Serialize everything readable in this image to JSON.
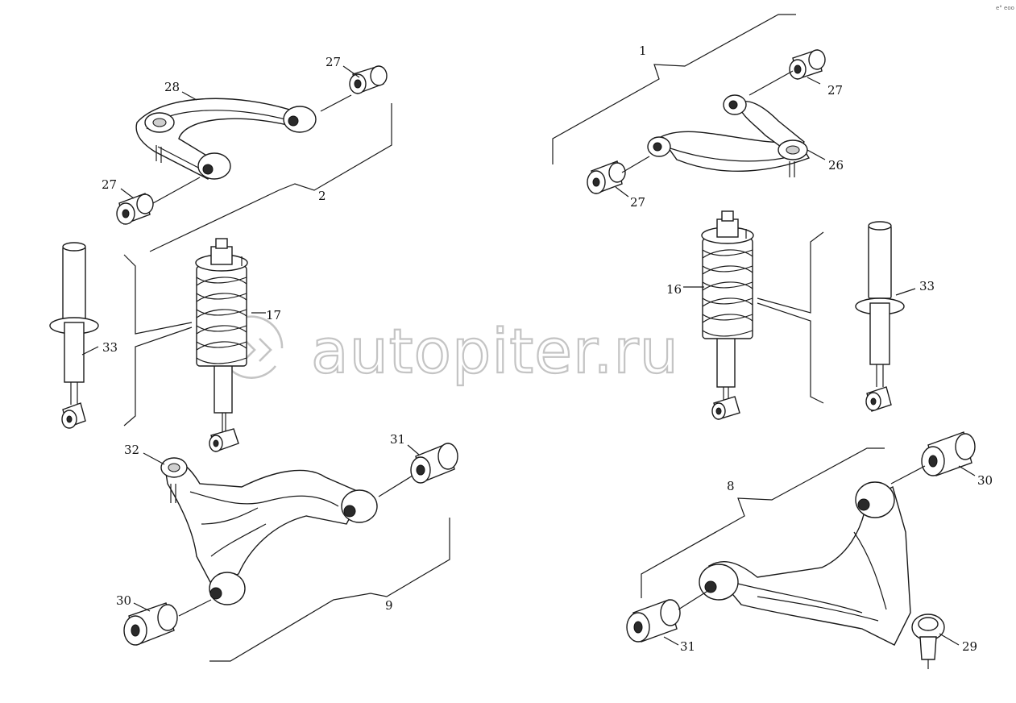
{
  "watermark": {
    "text": "autopiter.ru"
  },
  "corner_mark": "e° eoo",
  "callouts": {
    "c1": "1",
    "c2": "2",
    "c8": "8",
    "c9": "9",
    "c16": "16",
    "c17": "17",
    "c26": "26",
    "c27a": "27",
    "c27b": "27",
    "c27c": "27",
    "c27d": "27",
    "c28": "28",
    "c29": "29",
    "c30a": "30",
    "c30b": "30",
    "c31a": "31",
    "c31b": "31",
    "c32": "32",
    "c33a": "33",
    "c33b": "33"
  },
  "parts": [
    "upper-control-arm-left",
    "upper-control-arm-right",
    "coil-spring-strut-left",
    "coil-spring-strut-right",
    "shock-absorber-left",
    "shock-absorber-right",
    "lower-control-arm-left",
    "lower-control-arm-right",
    "bushings",
    "ball-joints"
  ]
}
